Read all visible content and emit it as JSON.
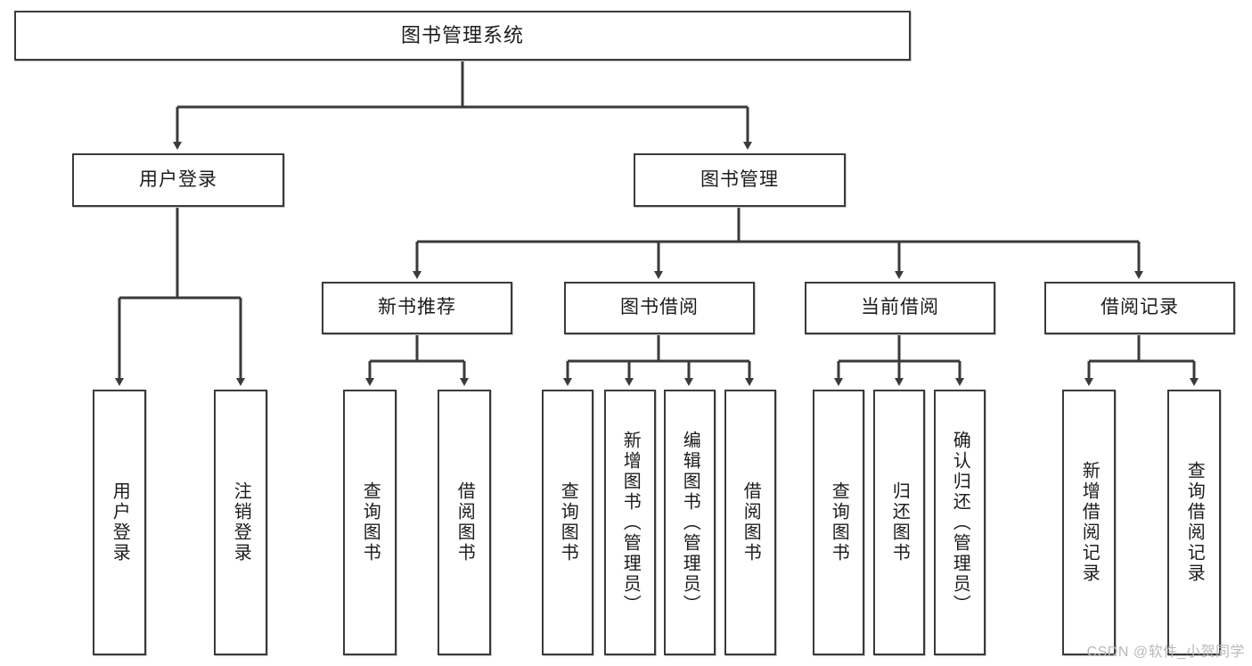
{
  "diagram": {
    "title": "图书管理系统",
    "root": {
      "label": "图书管理系统"
    },
    "level2": [
      {
        "label": "用户登录"
      },
      {
        "label": "图书管理"
      }
    ],
    "level3": [
      {
        "label": "新书推荐"
      },
      {
        "label": "图书借阅"
      },
      {
        "label": "当前借阅"
      },
      {
        "label": "借阅记录"
      }
    ],
    "leaves": {
      "user_login": [
        {
          "label": "用户登录"
        },
        {
          "label": "注销登录"
        }
      ],
      "new_book_recommend": [
        {
          "label": "查询图书"
        },
        {
          "label": "借阅图书"
        }
      ],
      "book_borrow": [
        {
          "label": "查询图书"
        },
        {
          "label": "新增图书（管理员）"
        },
        {
          "label": "编辑图书（管理员）"
        },
        {
          "label": "借阅图书"
        }
      ],
      "current_borrow": [
        {
          "label": "查询图书"
        },
        {
          "label": "归还图书"
        },
        {
          "label": "确认归还（管理员）"
        }
      ],
      "borrow_records": [
        {
          "label": "新增借阅记录"
        },
        {
          "label": "查询借阅记录"
        }
      ]
    }
  },
  "watermark": {
    "text": "CSDN @软件_小贺同学"
  },
  "colors": {
    "stroke": "#3a3a3a",
    "fill": "#ffffff",
    "text": "#1c1c1c",
    "watermark": "#b9b9b9"
  }
}
